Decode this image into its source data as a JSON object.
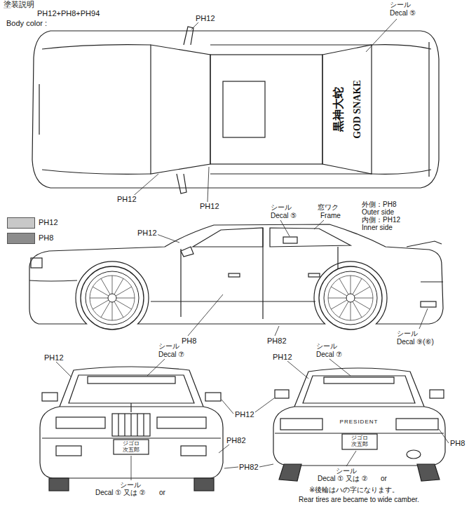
{
  "diagram": {
    "labels": [
      "塗装説明",
      "Body color :",
      "PH12+PH8+PH94",
      "PH12",
      "シール",
      "Decal ⑤",
      "GOD SNAKE",
      "黒神大蛇",
      "PH12",
      "PH12",
      "PH12",
      "シール",
      "Decal ⑤",
      "窓ワク",
      "Frame",
      "外側：PH8",
      "Outer side",
      "内側：PH12",
      "Inner side",
      "PH8",
      "PH82",
      "シール",
      "Decal ⑨(⑥)",
      "PH12",
      "シール",
      "Decal ⑦",
      "ジゴロ",
      "次五郎",
      "PH12",
      "PH82",
      "PH82",
      "シール",
      "Decal ① 又は ②",
      "or",
      "シール",
      "Decal ⑦",
      "PH12",
      "PRESIDENT",
      "PH8",
      "ジゴロ",
      "次五郎",
      "シール",
      "Decal ① 又は ②",
      "or",
      "※後輪はハの字になります。",
      "Rear tires are became to wide camber."
    ],
    "legend": [
      {
        "text": "PH12",
        "color": "#c8c8c8"
      },
      {
        "text": "PH8",
        "color": "#8c8c8c"
      }
    ]
  }
}
